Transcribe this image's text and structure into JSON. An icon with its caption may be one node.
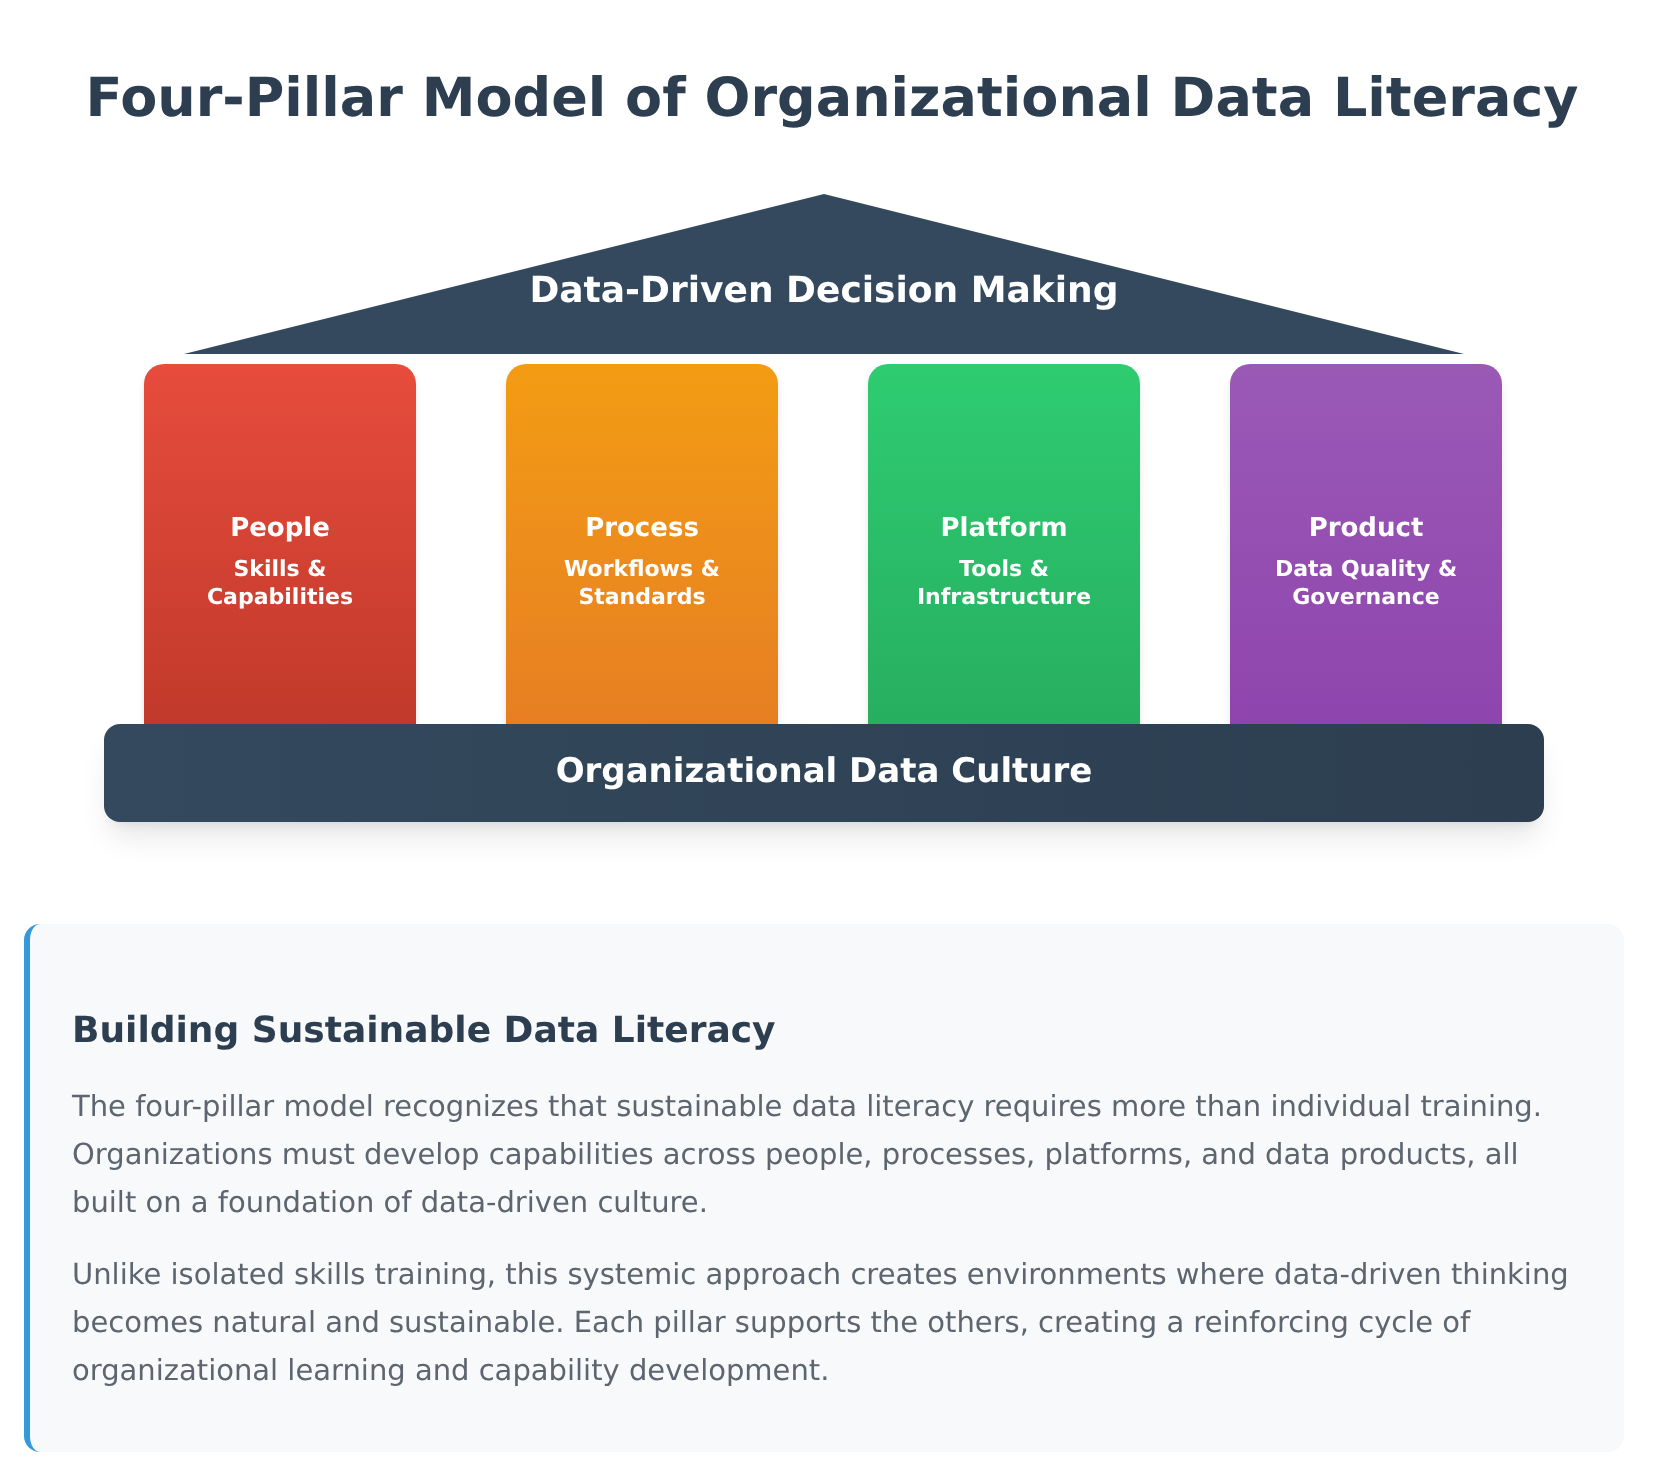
{
  "diagram": {
    "title": "Four-Pillar Model of Organizational Data Literacy",
    "nodes": [
      {
        "text": [
          "Data-Driven Decision Making"
        ]
      },
      {
        "text": [
          "People",
          "Skills & Capabilities"
        ]
      },
      {
        "text": [
          "Process",
          "Workflows & Standards"
        ]
      },
      {
        "text": [
          "Platform",
          "Tools & Infrastructure"
        ]
      },
      {
        "text": [
          "Product",
          "Data Quality & Governance"
        ]
      },
      {
        "text": [
          "Organizational Data Culture"
        ]
      },
      {
        "text": [
          "Building Sustainable Data Literacy",
          "The four-pillar model recognizes that sustainable data literacy requires more than individual training. Organizations must develop capabilities across people, processes, platforms, and data products, all built on a foundation of data-driven culture.",
          "Unlike isolated skills training, this systemic approach creates environments where data-driven thinking becomes natural and sustainable. Each pillar supports the others, creating a reinforcing cycle of organizational learning and capability development."
        ]
      }
    ],
    "edges": []
  }
}
